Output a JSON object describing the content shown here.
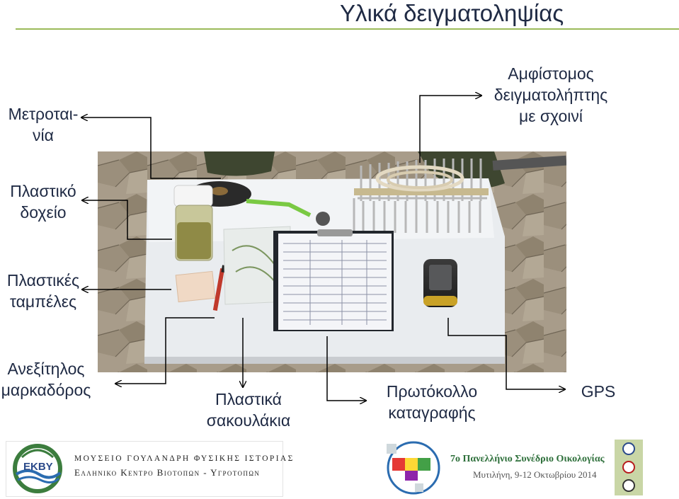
{
  "title": "Υλικά δειγματοληψίας",
  "labels": {
    "tape_1": "Μετροται-",
    "tape_2": "νία",
    "sampler_1": "Αμφίστομος",
    "sampler_2": "δειγματολήπτης",
    "sampler_3": "με σχοινί",
    "container_1": "Πλαστικό",
    "container_2": "δοχείο",
    "tags_1": "Πλαστικές",
    "tags_2": "ταμπέλες",
    "marker_1": "Ανεξίτηλος",
    "marker_2": "μαρκαδόρος",
    "bags_1": "Πλαστικά",
    "bags_2": "σακουλάκια",
    "protocol_1": "Πρωτόκολλο",
    "protocol_2": "καταγραφής",
    "gps": "GPS"
  },
  "footer": {
    "left_logo_text": "ΕΚΒΥ",
    "museum_line_1": "ΜΟΥΣΕΙΟ ΓΟΥΛΑΝΔΡΗ ΦΥΣΙΚΗΣ ΙΣΤΟΡΙΑΣ",
    "museum_line_2": "Ελληνικο Κεντρο Βιοτοπων - Υγροτοπων",
    "conference_title": "7ο Πανελλήνιο Συνέδριο Οικολογίας",
    "conference_place_date": "Μυτιλήνη, 9-12 Οκτωβρίου 2014"
  },
  "colors": {
    "text": "#1f2a44",
    "title_rule": "#9bbb59",
    "arrow": "#000000"
  }
}
